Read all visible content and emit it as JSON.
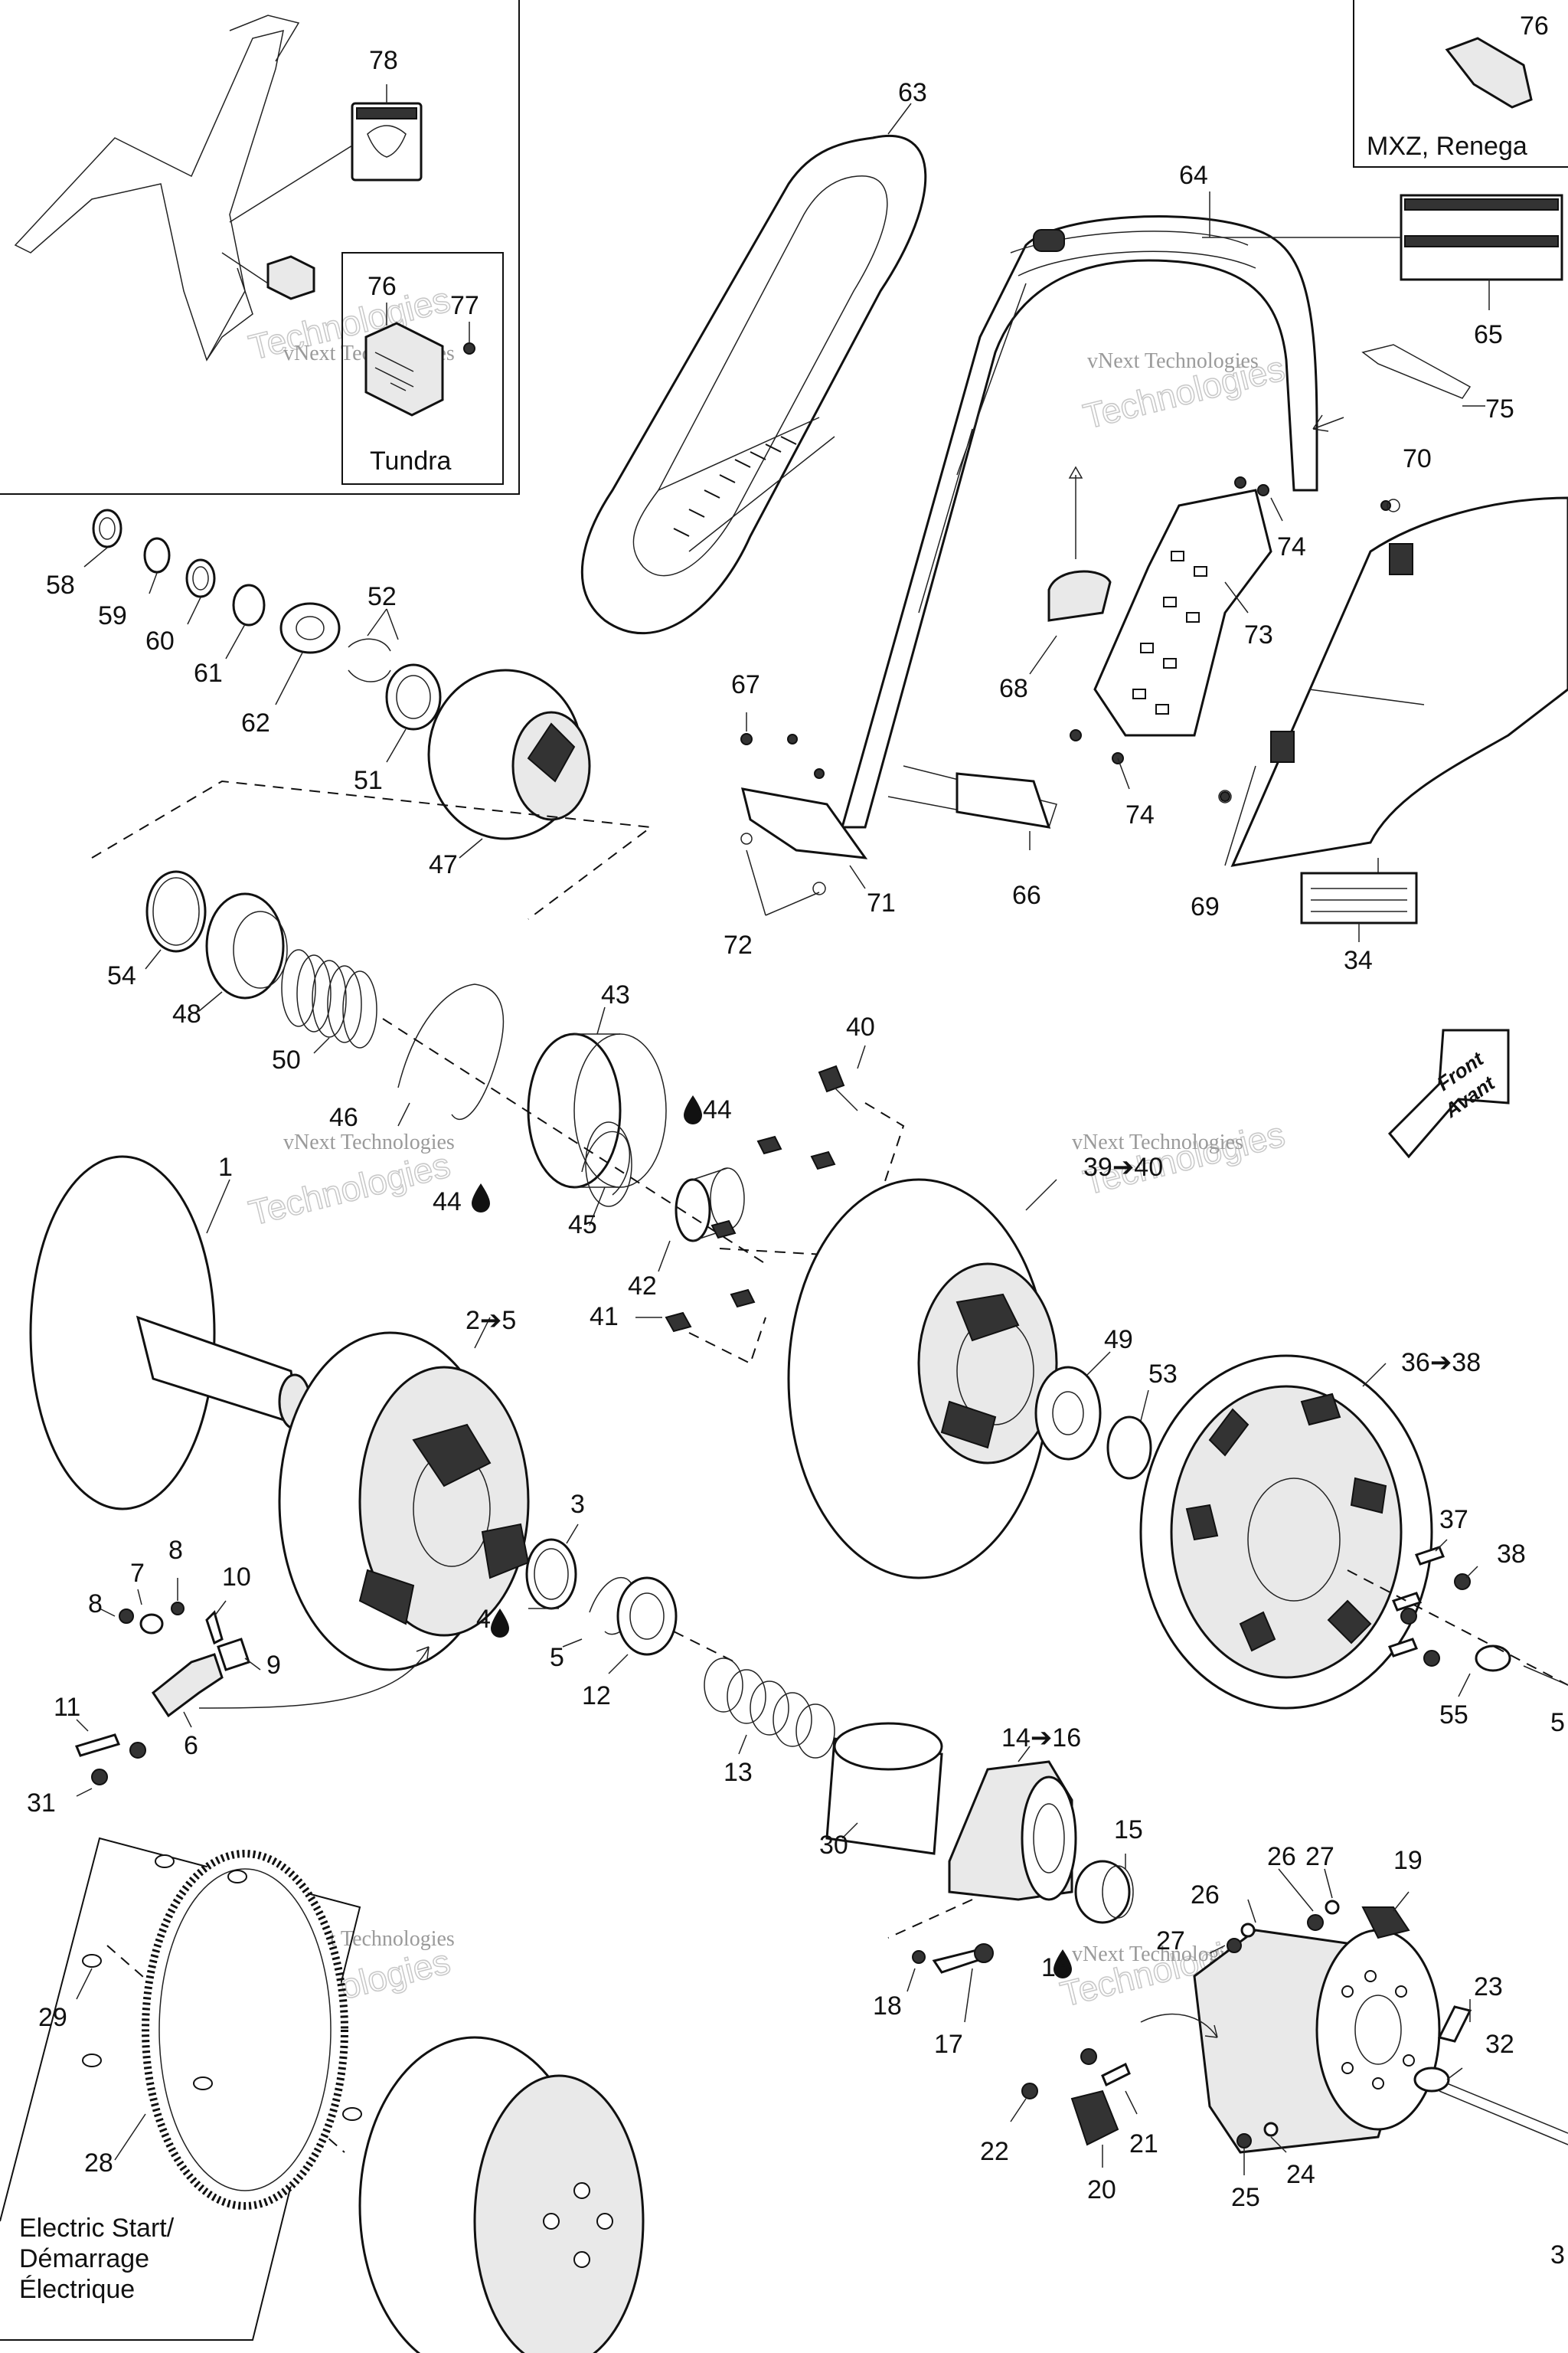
{
  "boxes": {
    "top_right_label": "MXZ, Renega",
    "tundra_label": "Tundra",
    "electric_start": [
      "Electric Start/",
      "Démarrage",
      "Électrique"
    ]
  },
  "front_arrow": [
    "Front",
    "Avant"
  ],
  "watermark": {
    "line1": "vNext Technologies",
    "line2": "Technologies"
  },
  "labels": {
    "l1": "1",
    "l2_5": "2➔5",
    "l3": "3",
    "l4": "4",
    "l5": "5",
    "l6": "6",
    "l7": "7",
    "l8a": "8",
    "l8b": "8",
    "l9": "9",
    "l10": "10",
    "l11": "11",
    "l12": "12",
    "l13": "13",
    "l14_16": "14➔16",
    "l15": "15",
    "l16": "16",
    "l17": "17",
    "l18": "18",
    "l19": "19",
    "l20": "20",
    "l21": "21",
    "l22": "22",
    "l23": "23",
    "l24": "24",
    "l25": "25",
    "l26a": "26",
    "l26b": "26",
    "l27a": "27",
    "l27b": "27",
    "l28": "28",
    "l29": "29",
    "l30": "30",
    "l31": "31",
    "l32": "32",
    "l34": "34",
    "l36_38": "36➔38",
    "l37": "37",
    "l38": "38",
    "l39_40": "39➔40",
    "l40": "40",
    "l41": "41",
    "l42": "42",
    "l43": "43",
    "l44a": "44",
    "l44b": "44",
    "l45": "45",
    "l46": "46",
    "l47": "47",
    "l48": "48",
    "l49": "49",
    "l50": "50",
    "l51": "51",
    "l52": "52",
    "l53": "53",
    "l54": "54",
    "l55": "55",
    "l58": "58",
    "l59": "59",
    "l60": "60",
    "l61": "61",
    "l62": "62",
    "l63": "63",
    "l64": "64",
    "l65": "65",
    "l66": "66",
    "l67": "67",
    "l68": "68",
    "l69": "69",
    "l70": "70",
    "l71": "71",
    "l72": "72",
    "l73": "73",
    "l74a": "74",
    "l74b": "74",
    "l75": "75",
    "l76a": "76",
    "l76b": "76",
    "l77": "77",
    "l78": "78",
    "edge5": "5",
    "edge3": "3"
  },
  "icons": [
    "grease-drop-icon",
    "right-arrow-icon"
  ]
}
